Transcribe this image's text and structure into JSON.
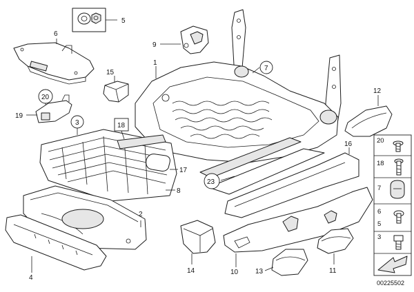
{
  "reference_number": "00225502",
  "callouts": [
    {
      "id": "c5",
      "text": "5",
      "shape": "plain"
    },
    {
      "id": "c6",
      "text": "6",
      "shape": "plain"
    },
    {
      "id": "c9",
      "text": "9",
      "shape": "plain"
    },
    {
      "id": "c1",
      "text": "1",
      "shape": "plain"
    },
    {
      "id": "c7",
      "text": "7",
      "shape": "circle"
    },
    {
      "id": "c15",
      "text": "15",
      "shape": "plain"
    },
    {
      "id": "c12",
      "text": "12",
      "shape": "plain"
    },
    {
      "id": "c20",
      "text": "20",
      "shape": "circle"
    },
    {
      "id": "c19",
      "text": "19",
      "shape": "plain"
    },
    {
      "id": "c3",
      "text": "3",
      "shape": "circle"
    },
    {
      "id": "c18",
      "text": "18",
      "shape": "square"
    },
    {
      "id": "c16",
      "text": "16",
      "shape": "plain"
    },
    {
      "id": "c17",
      "text": "17",
      "shape": "plain"
    },
    {
      "id": "c23",
      "text": "23",
      "shape": "circle"
    },
    {
      "id": "c8",
      "text": "8",
      "shape": "plain"
    },
    {
      "id": "c2",
      "text": "2",
      "shape": "plain"
    },
    {
      "id": "c4",
      "text": "4",
      "shape": "plain"
    },
    {
      "id": "c14",
      "text": "14",
      "shape": "plain"
    },
    {
      "id": "c10",
      "text": "10",
      "shape": "plain"
    },
    {
      "id": "c13",
      "text": "13",
      "shape": "plain"
    },
    {
      "id": "c11",
      "text": "11",
      "shape": "plain"
    }
  ],
  "side_panel": [
    {
      "id": "s20",
      "text": "20"
    },
    {
      "id": "s18",
      "text": "18"
    },
    {
      "id": "s7",
      "text": "7"
    },
    {
      "id": "s6",
      "text": "6"
    },
    {
      "id": "s5",
      "text": "5"
    },
    {
      "id": "s3",
      "text": "3"
    }
  ]
}
